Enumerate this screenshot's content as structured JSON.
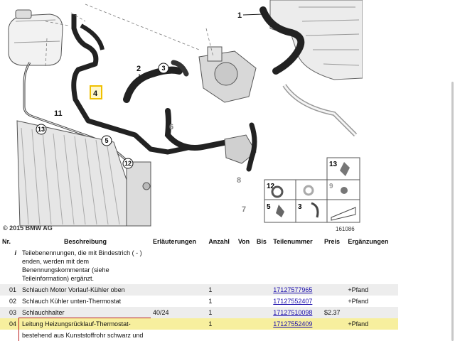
{
  "diagram": {
    "copyright": "© 2015 BMW AG",
    "drawing_number": "161086",
    "callouts": [
      "1",
      "2",
      "3",
      "4",
      "5",
      "6",
      "7",
      "8",
      "9",
      "11",
      "12",
      "13"
    ],
    "inset_labels": [
      "13",
      "12",
      "9",
      "5",
      "3"
    ]
  },
  "table": {
    "headers": {
      "nr": "Nr.",
      "beschreibung": "Beschreibung",
      "erlaeuterungen": "Erläuterungen",
      "anzahl": "Anzahl",
      "von": "Von",
      "bis": "Bis",
      "teilenummer": "Teilenummer",
      "preis": "Preis",
      "ergaenzungen": "Ergänzungen"
    },
    "info_row": {
      "nr": "i",
      "text": "Teilebenennungen, die mit Bindestrich ( - ) enden, werden mit dem Benennungskommentar (siehe Teileinformation) ergänzt."
    },
    "rows": [
      {
        "nr": "01",
        "desc": "Schlauch Motor Vorlauf-Kühler oben",
        "erl": "",
        "anzahl": "1",
        "von": "",
        "bis": "",
        "teilenummer": "17127577965",
        "preis": "",
        "erg": "+Pfand"
      },
      {
        "nr": "02",
        "desc": "Schlauch Kühler unten-Thermostat",
        "erl": "",
        "anzahl": "1",
        "von": "",
        "bis": "",
        "teilenummer": "17127552407",
        "preis": "",
        "erg": "+Pfand"
      },
      {
        "nr": "03",
        "desc": "Schlauchhalter",
        "erl": "40/24",
        "anzahl": "1",
        "von": "",
        "bis": "",
        "teilenummer": "17127510098",
        "preis": "$2.37",
        "erg": ""
      },
      {
        "nr": "04",
        "desc": "Leitung Heizungsrücklauf-Thermostat-",
        "erl": "",
        "anzahl": "1",
        "von": "",
        "bis": "",
        "teilenummer": "17127552409",
        "preis": "",
        "erg": "+Pfand"
      }
    ],
    "row04_comment": "bestehend aus Kunststoffrohr schwarz und"
  },
  "colors": {
    "highlight_row": "#f7ef9e",
    "shaded_row": "#ededed",
    "callout_highlight": "#f0c000",
    "link": "#1a0dab"
  }
}
